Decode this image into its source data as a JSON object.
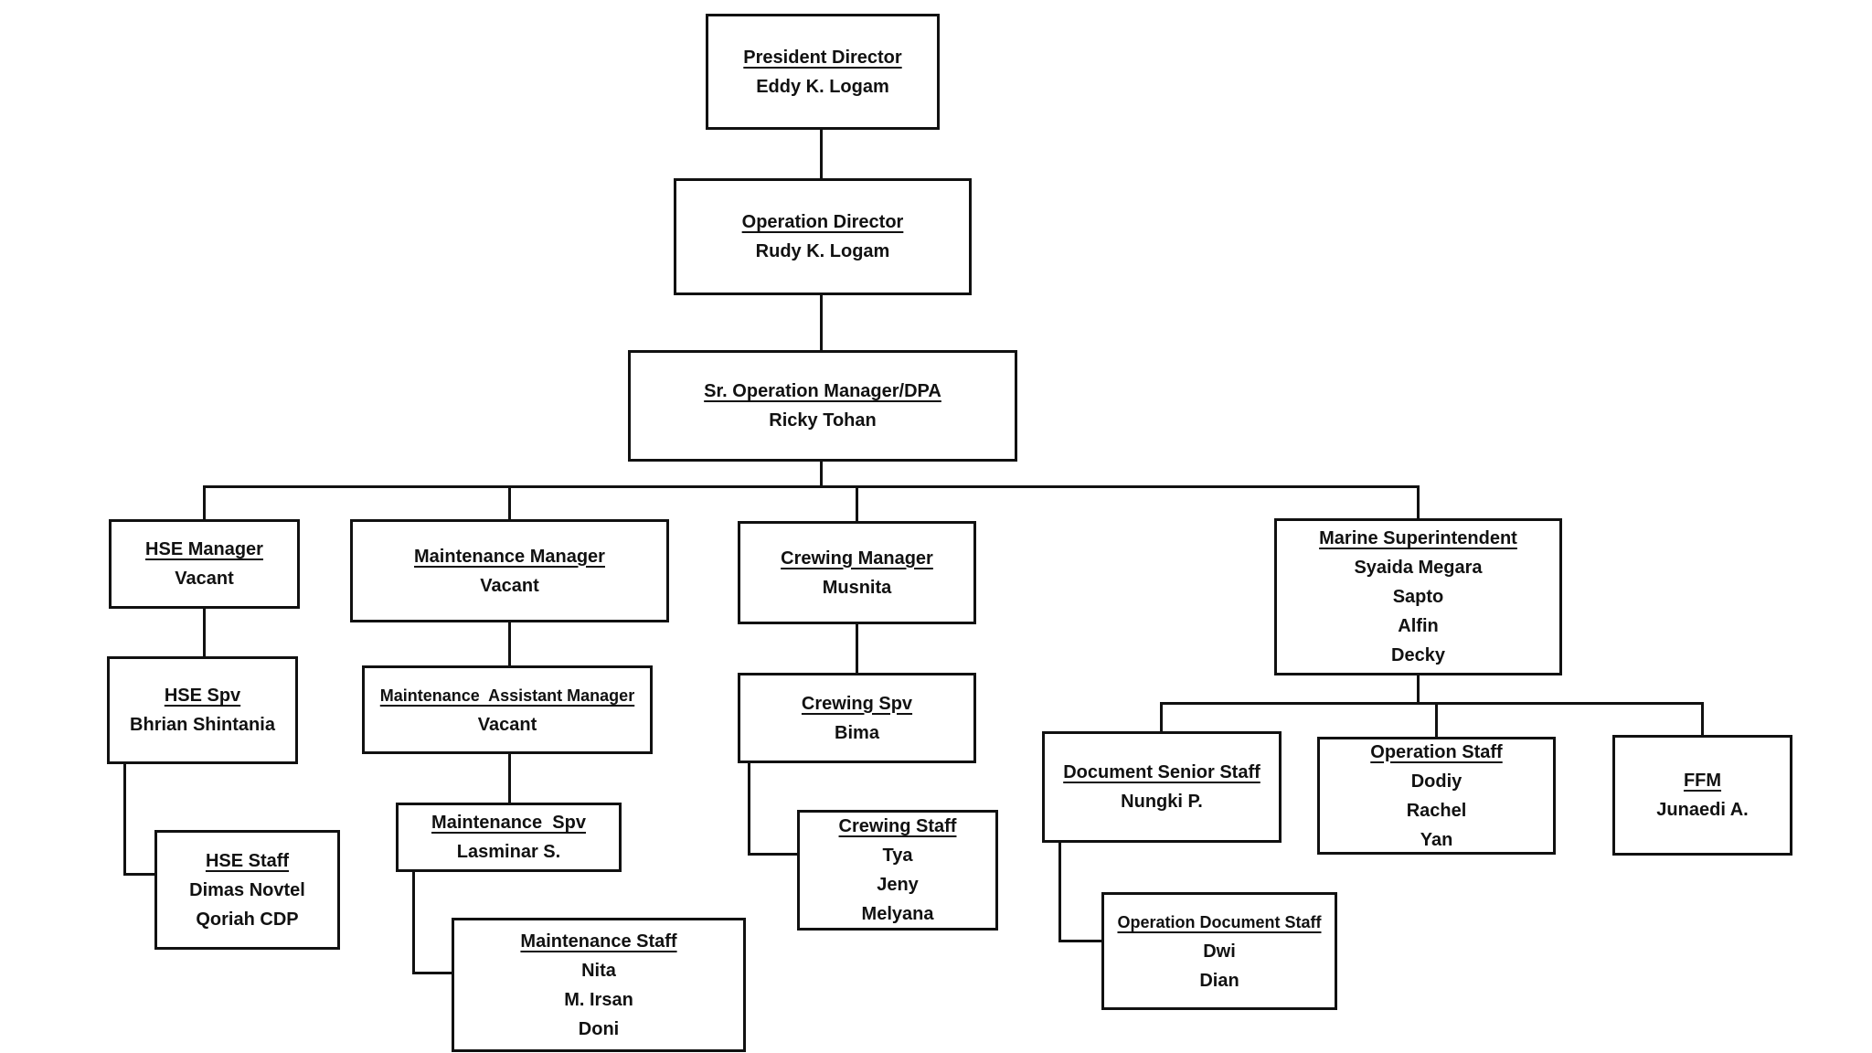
{
  "page": {
    "background_color": "#ffffff",
    "text_color": "#111111",
    "line_color": "#111111"
  },
  "diagram": {
    "type": "org-chart",
    "nodes": {
      "president": {
        "title": "President Director",
        "members": [
          "Eddy K. Logam"
        ]
      },
      "operation_director": {
        "title": "Operation Director",
        "members": [
          "Rudy K. Logam"
        ]
      },
      "sr_operation_manager": {
        "title": "Sr. Operation Manager/DPA",
        "members": [
          "Ricky Tohan"
        ]
      },
      "hse_manager": {
        "title": "HSE Manager",
        "members": [
          "Vacant"
        ]
      },
      "maintenance_manager": {
        "title": "Maintenance Manager",
        "members": [
          "Vacant"
        ]
      },
      "crewing_manager": {
        "title": "Crewing Manager",
        "members": [
          "Musnita"
        ]
      },
      "marine_superintendent": {
        "title": "Marine Superintendent",
        "members": [
          "Syaida Megara",
          "Sapto",
          "Alfin",
          "Decky"
        ]
      },
      "hse_spv": {
        "title": "HSE Spv",
        "members": [
          "Bhrian Shintania"
        ]
      },
      "maintenance_assistant_manager": {
        "title": "Maintenance  Assistant Manager",
        "members": [
          "Vacant"
        ]
      },
      "crewing_spv": {
        "title": "Crewing Spv",
        "members": [
          "Bima"
        ]
      },
      "hse_staff": {
        "title": "HSE Staff",
        "members": [
          "Dimas Novtel",
          "Qoriah CDP"
        ]
      },
      "maintenance_spv": {
        "title": "Maintenance  Spv",
        "members": [
          "Lasminar S."
        ]
      },
      "crewing_staff": {
        "title": "Crewing Staff",
        "members": [
          "Tya",
          "Jeny",
          "Melyana"
        ]
      },
      "maintenance_staff": {
        "title": "Maintenance Staff",
        "members": [
          "Nita",
          "M. Irsan",
          "Doni"
        ]
      },
      "document_senior_staff": {
        "title": "Document Senior Staff",
        "members": [
          "Nungki P."
        ]
      },
      "operation_staff": {
        "title": "Operation Staff",
        "members": [
          "Dodiy",
          "Rachel",
          "Yan"
        ]
      },
      "ffm": {
        "title": "FFM",
        "members": [
          "Junaedi A."
        ]
      },
      "operation_document_staff": {
        "title": "Operation Document Staff",
        "members": [
          "Dwi",
          "Dian"
        ]
      }
    },
    "hierarchy": [
      {
        "parent": "President Director",
        "child": "Operation Director"
      },
      {
        "parent": "Operation Director",
        "child": "Sr. Operation Manager/DPA"
      },
      {
        "parent": "Sr. Operation Manager/DPA",
        "child": "HSE Manager"
      },
      {
        "parent": "Sr. Operation Manager/DPA",
        "child": "Maintenance Manager"
      },
      {
        "parent": "Sr. Operation Manager/DPA",
        "child": "Crewing Manager"
      },
      {
        "parent": "Sr. Operation Manager/DPA",
        "child": "Marine Superintendent"
      },
      {
        "parent": "HSE Manager",
        "child": "HSE Spv"
      },
      {
        "parent": "HSE Spv",
        "child": "HSE Staff"
      },
      {
        "parent": "Maintenance Manager",
        "child": "Maintenance  Assistant Manager"
      },
      {
        "parent": "Maintenance  Assistant Manager",
        "child": "Maintenance  Spv"
      },
      {
        "parent": "Maintenance  Spv",
        "child": "Maintenance Staff"
      },
      {
        "parent": "Crewing Manager",
        "child": "Crewing Spv"
      },
      {
        "parent": "Crewing Spv",
        "child": "Crewing Staff"
      },
      {
        "parent": "Marine Superintendent",
        "child": "Document Senior Staff"
      },
      {
        "parent": "Marine Superintendent",
        "child": "Operation Staff"
      },
      {
        "parent": "Marine Superintendent",
        "child": "FFM"
      },
      {
        "parent": "Document Senior Staff",
        "child": "Operation Document Staff"
      }
    ]
  }
}
